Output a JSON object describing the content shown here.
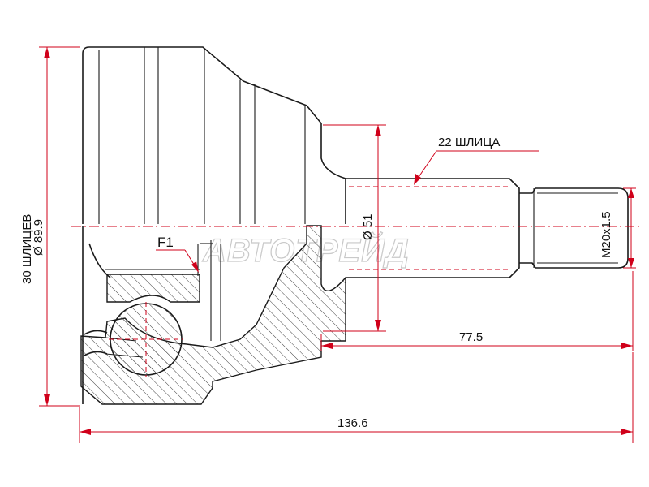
{
  "diagram": {
    "labels": {
      "overall_length": "136.6",
      "stem_length": "77.5",
      "stem_splines": "22 ШЛИЦА",
      "stem_diameter": "Ø 51",
      "thread": "M20x1.5",
      "inner_splines": "30 ШЛИЦЕВ",
      "outer_diameter": "Ø 89.9",
      "fitting": "F1"
    },
    "watermark": "АВТОТРЕЙД"
  },
  "colors": {
    "dimension": "#d0001a",
    "outline": "#1a1a1a",
    "hatch": "#444444"
  }
}
